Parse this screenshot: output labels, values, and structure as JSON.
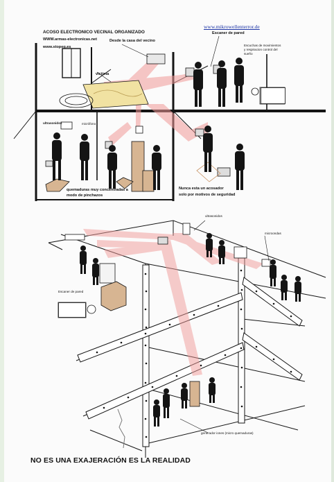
{
  "header": {
    "title": "ACOSO ELECTRONICO VECINAL ORGANIZADO",
    "url_1": "WWW.armas-electronicas.net",
    "url_2": "www.stopeg.es",
    "url_3": "www.mikrowellenterror.de"
  },
  "top_scene": {
    "desde_casa": "Desde la casa del vecino",
    "victima": "victima",
    "escaner_pared": "Escaner de pared",
    "escuchas": [
      "Escuchas de movimientos",
      "y respiracion control del",
      "sueño"
    ],
    "ultrasonidos": "ultrasonidos",
    "microfono": "micrófono",
    "quemaduras": [
      "quemaduras muy concentradas a",
      "modo de pinchazos"
    ],
    "nunca": [
      "Nunca esta un acosador",
      "solo por motivos de seguridad"
    ]
  },
  "bottom_scene": {
    "ultrasonidos": "ultrasonidos",
    "microondas": "microondas",
    "escaner_pared": "Escaner de pared",
    "generador": "generador iones (micro quemaduras)"
  },
  "footer_text": "NO ES UNA EXAJERACIÓN ES LA REALIDAD",
  "colors": {
    "beam": "#f19a98",
    "beam_light": "#f7c6c3",
    "ink": "#141414",
    "box": "#d7b592",
    "bed": "#f1e2a2",
    "url": "#1b33a6"
  }
}
